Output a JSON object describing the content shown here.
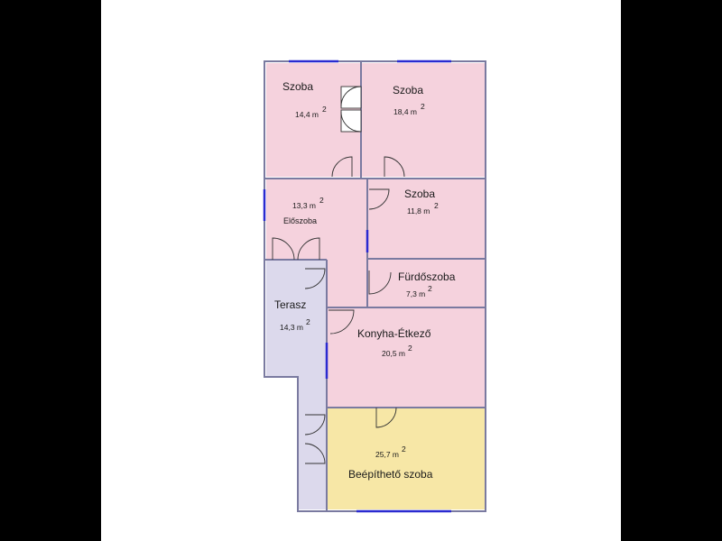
{
  "colors": {
    "background": "#000000",
    "paper": "#ffffff",
    "room_pink": "#f5d2dd",
    "terrace_lavender": "#dcd9ec",
    "buildable_yellow": "#f7e7a6",
    "wall": "#7a7aa0",
    "window": "#2a2ad0"
  },
  "rooms": {
    "szoba_1": {
      "name": "Szoba",
      "area": "14,4 m",
      "sup": "2"
    },
    "szoba_2": {
      "name": "Szoba",
      "area": "18,4 m",
      "sup": "2"
    },
    "eloszoba": {
      "name": "Előszoba",
      "area": "13,3 m",
      "sup": "2"
    },
    "szoba_3": {
      "name": "Szoba",
      "area": "11,8 m",
      "sup": "2"
    },
    "furdoszoba": {
      "name": "Fürdőszoba",
      "area": "7,3 m",
      "sup": "2"
    },
    "terasz": {
      "name": "Terasz",
      "area": "14,3 m",
      "sup": "2"
    },
    "konyha": {
      "name": "Konyha-Étkező",
      "area": "20,5 m",
      "sup": "2"
    },
    "beepitheto": {
      "name": "Beépíthető szoba",
      "area": "25,7 m",
      "sup": "2"
    }
  }
}
